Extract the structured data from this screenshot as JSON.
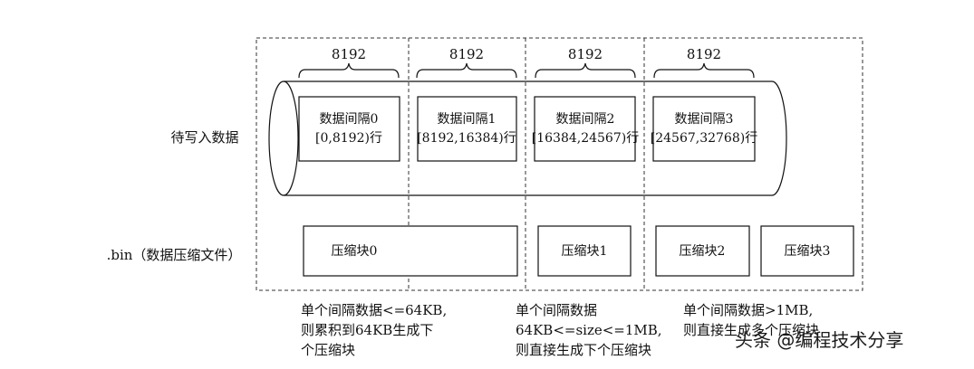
{
  "header_fragment": "",
  "group_sizes": [
    "8192",
    "8192",
    "8192",
    "8192"
  ],
  "labels": {
    "input_data": "待写入数据",
    "bin_file": ".bin（数据压缩文件）"
  },
  "intervals": [
    {
      "name": "数据间隔0",
      "range": "[0,8192)行"
    },
    {
      "name": "数据间隔1",
      "range": "[8192,16384)行"
    },
    {
      "name": "数据间隔2",
      "range": "[16384,24567)行"
    },
    {
      "name": "数据间隔3",
      "range": "[24567,32768)行"
    }
  ],
  "blocks": [
    "压缩块0",
    "压缩块1",
    "压缩块2",
    "压缩块3"
  ],
  "notes": [
    [
      "单个间隔数据<=64KB,",
      "则累积到64KB生成下",
      "个压缩块"
    ],
    [
      "单个间隔数据",
      "64KB<=size<=1MB,",
      "则直接生成下个压缩块"
    ],
    [
      "单个间隔数据>1MB,",
      "则直接生成多个压缩块"
    ]
  ],
  "watermark": "头条 @编程技术分享"
}
